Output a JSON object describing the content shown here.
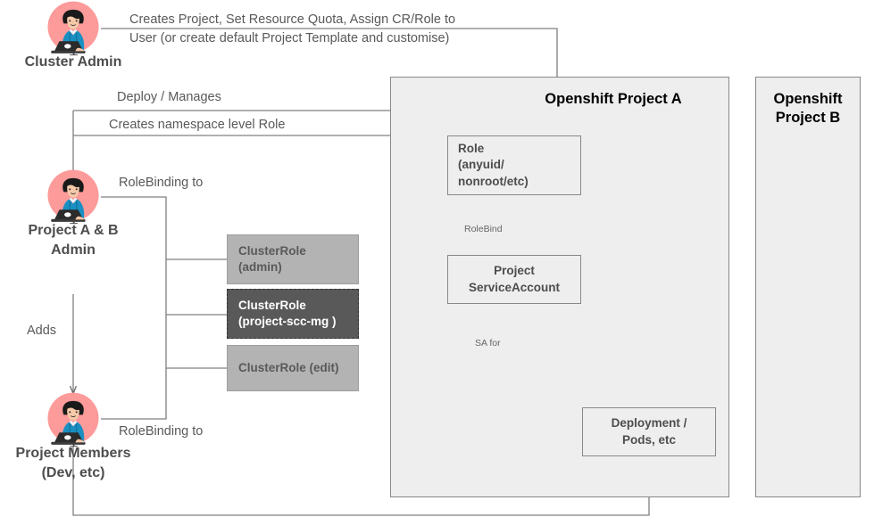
{
  "diagram": {
    "title": "OpenShift project RBAC diagram",
    "colors": {
      "zone_fill": "#eeeeee",
      "zone_stroke": "#888888",
      "clusterrole_fill": "#b3b3b3",
      "clusterrole_highlight_fill": "#595959",
      "avatar_circle": "#f99",
      "avatar_hoodie": "#1a8fc1",
      "line": "#808080",
      "text": "#4d4d4d"
    }
  },
  "actors": [
    {
      "id": "cluster-admin",
      "name": "Cluster Admin",
      "icon": "person-at-laptop-avatar"
    },
    {
      "id": "project-admin",
      "name": "Project A & B\nAdmin",
      "icon": "person-at-laptop-avatar"
    },
    {
      "id": "project-members",
      "name": "Project Members\n(Dev, etc)",
      "icon": "person-at-laptop-avatar"
    }
  ],
  "zones": [
    {
      "id": "project-a",
      "title": "Openshift Project A"
    },
    {
      "id": "project-b",
      "title": "Openshift\nProject B"
    }
  ],
  "nodes": [
    {
      "id": "role",
      "label": "Role\n(anyuid/\nnonroot/etc)"
    },
    {
      "id": "service-account",
      "label": "Project\nServiceAccount"
    },
    {
      "id": "deployment",
      "label": "Deployment /\nPods, etc"
    }
  ],
  "clusterroles": [
    {
      "id": "clusterrole-admin",
      "label": "ClusterRole\n(admin)",
      "highlighted": false
    },
    {
      "id": "clusterrole-project-scc-mg",
      "label": "ClusterRole\n(project-scc-mg )",
      "highlighted": true
    },
    {
      "id": "clusterrole-edit",
      "label": "ClusterRole (edit)",
      "highlighted": false
    }
  ],
  "edge_labels": {
    "creates_project": "Creates Project, Set Resource Quota, Assign CR/Role to\nUser (or create default Project Template and customise)",
    "deploy_manages": "Deploy / Manages",
    "creates_namespace_role": "Creates namespace level Role",
    "rolebinding_admin": "RoleBinding to",
    "rolebinding_members": "RoleBinding to",
    "adds": "Adds",
    "rolebind": "RoleBind",
    "sa_for": "SA for"
  }
}
